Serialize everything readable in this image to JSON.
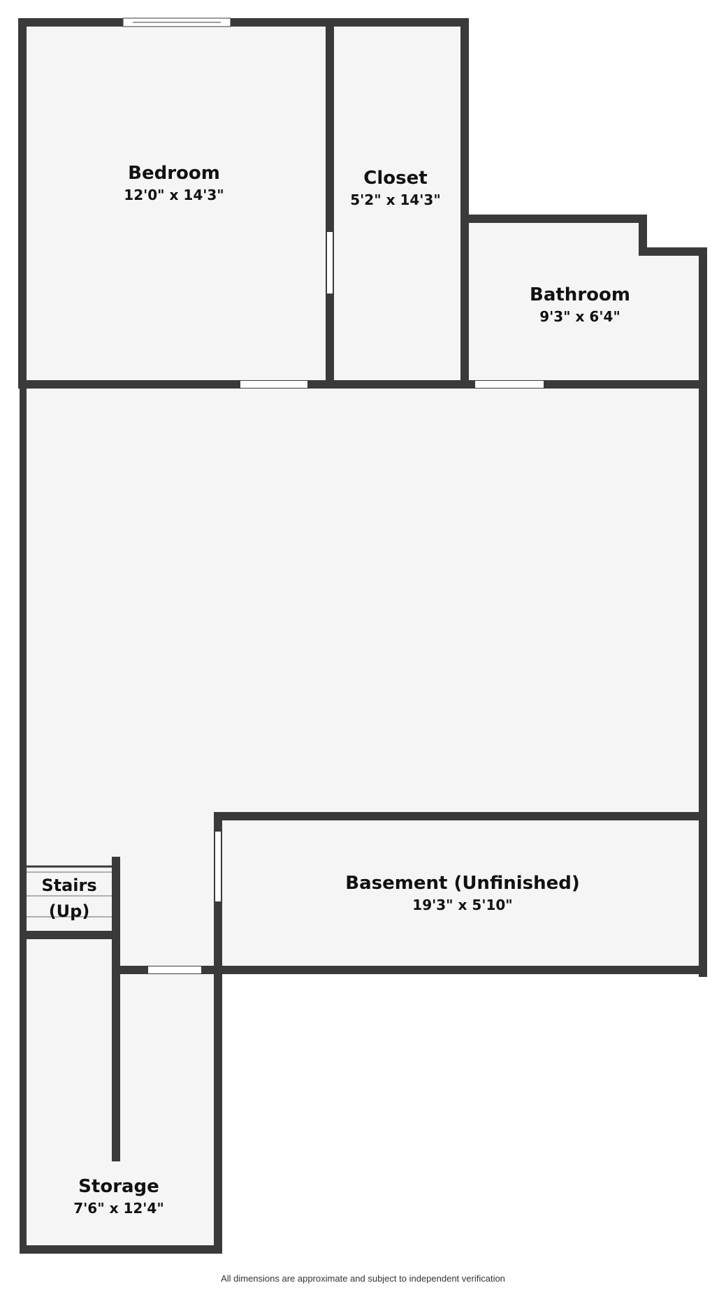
{
  "colors": {
    "wall": "#3a3a3a",
    "floor": "#f5f5f5",
    "opening": "#ffffff",
    "text": "#111111"
  },
  "rooms": {
    "bedroom": {
      "name": "Bedroom",
      "dims": "12'0\" x 14'3\""
    },
    "closet": {
      "name": "Closet",
      "dims": "5'2\" x 14'3\""
    },
    "bathroom": {
      "name": "Bathroom",
      "dims": "9'3\" x 6'4\""
    },
    "basement": {
      "name": "Basement (Unfinished)",
      "dims": "19'3\" x 5'10\""
    },
    "stairs": {
      "name_line1": "Stairs",
      "name_line2": "(Up)"
    },
    "storage": {
      "name": "Storage",
      "dims": "7'6\" x 12'4\""
    }
  },
  "footer": {
    "disclaimer": "All dimensions are approximate and subject to independent verification"
  }
}
